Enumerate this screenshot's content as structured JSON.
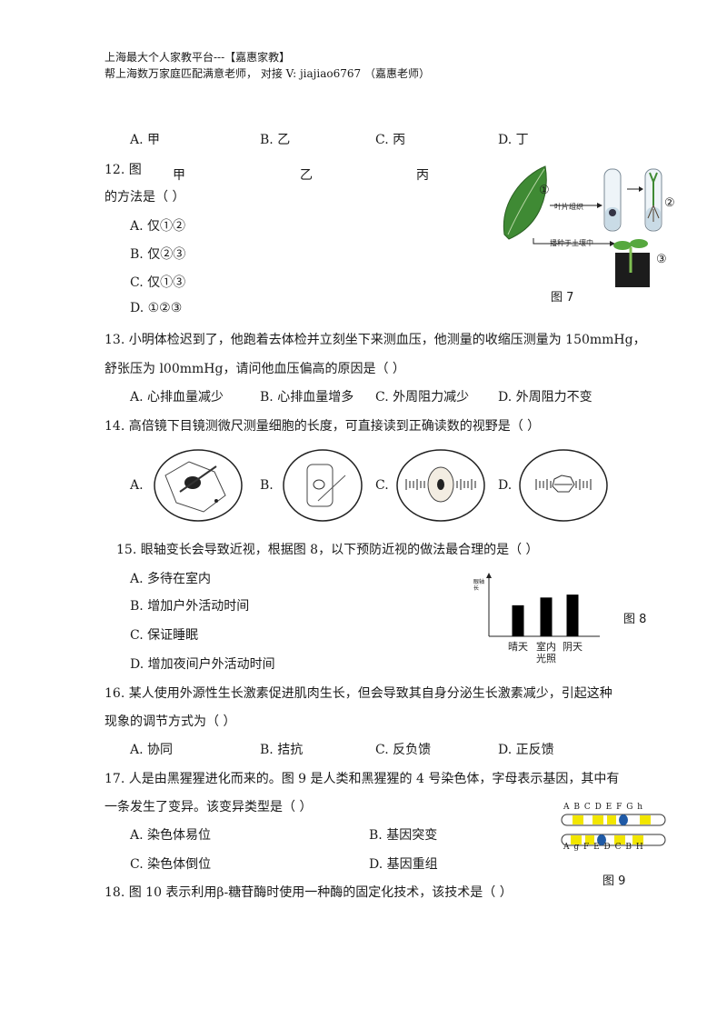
{
  "header": {
    "line1": "上海最大个人家教平台---【嘉惠家教】",
    "line2": "帮上海数万家庭匹配满意老师，  对接 V: jiajiao6767 （嘉惠老师）"
  },
  "q11_options": [
    "A. 甲",
    "B. 乙",
    "C. 丙",
    "D. 丁"
  ],
  "q12": {
    "stem_start": "12. 图",
    "overlay_labels": [
      "甲",
      "乙",
      "丙"
    ],
    "stem_end": "的方法是（     ）",
    "options": [
      "A. 仅①②",
      "B. 仅②③",
      "C. 仅①③",
      "D. ①②③"
    ],
    "figure": {
      "caption": "图 7",
      "mark1": "①",
      "mark2": "②",
      "mark3": "③",
      "label_tissue": "叶片组织",
      "label_soil": "播种于土壤中"
    }
  },
  "q13": {
    "line1": "13.  小明体检迟到了，他跑着去体检并立刻坐下来测血压，他测量的收缩压测量为 150mmHg，",
    "line2": "舒张压为 l00mmHg，请问他血压偏高的原因是（     ）",
    "options": [
      "A. 心排血量减少",
      "B. 心排血量增多",
      "C. 外周阻力减少",
      "D. 外周阻力不变"
    ]
  },
  "q14": {
    "stem": "14.  高倍镜下目镜测微尺测量细胞的长度，可直接读到正确读数的视野是（     ）",
    "labels": [
      "A.",
      "B.",
      "C.",
      "D."
    ]
  },
  "q15": {
    "stem": "15. 眼轴变长会导致近视，根据图 8，以下预防近视的做法最合理的是（     ）",
    "options": [
      "A. 多待在室内",
      "B. 增加户外活动时间",
      "C. 保证睡眠",
      "D. 增加夜间户外活动时间"
    ],
    "figure": {
      "caption": "图 8"
    }
  },
  "chart_data": {
    "type": "bar",
    "categories": [
      "晴天",
      "室内光照",
      "阴天"
    ],
    "category_lines": [
      [
        "晴天"
      ],
      [
        "室内",
        "光照"
      ],
      [
        "阴天"
      ]
    ],
    "values": [
      3.2,
      4.0,
      4.3
    ],
    "ylabel": "眼轴长",
    "ylim": [
      0,
      6
    ],
    "grid": false
  },
  "q16": {
    "line1": "16.  某人使用外源性生长激素促进肌肉生长，但会导致其自身分泌生长激素减少，引起这种",
    "line2": "现象的调节方式为（     ）",
    "options": [
      "A. 协同",
      "B. 拮抗",
      "C. 反负馈",
      "D. 正反馈"
    ]
  },
  "q17": {
    "line1": "17.  人是由黑猩猩进化而来的。图 9 是人类和黑猩猩的 4 号染色体，字母表示基因，其中有",
    "line2": "一条发生了变异。该变异类型是（     ）",
    "options": [
      "A. 染色体易位",
      "B. 基因突变",
      "C. 染色体倒位",
      "D. 基因重组"
    ],
    "figure": {
      "caption": "图 9",
      "top_genes": "A B C D E    F G h",
      "bottom_genes": "A g F    E D C B H",
      "colors": {
        "band": "#f2e600",
        "centromere": "#1f5aa6"
      }
    }
  },
  "q18": {
    "stem": "18.  图 10 表示利用β-糖苷酶时使用一种酶的固定化技术，该技术是（     ）"
  }
}
